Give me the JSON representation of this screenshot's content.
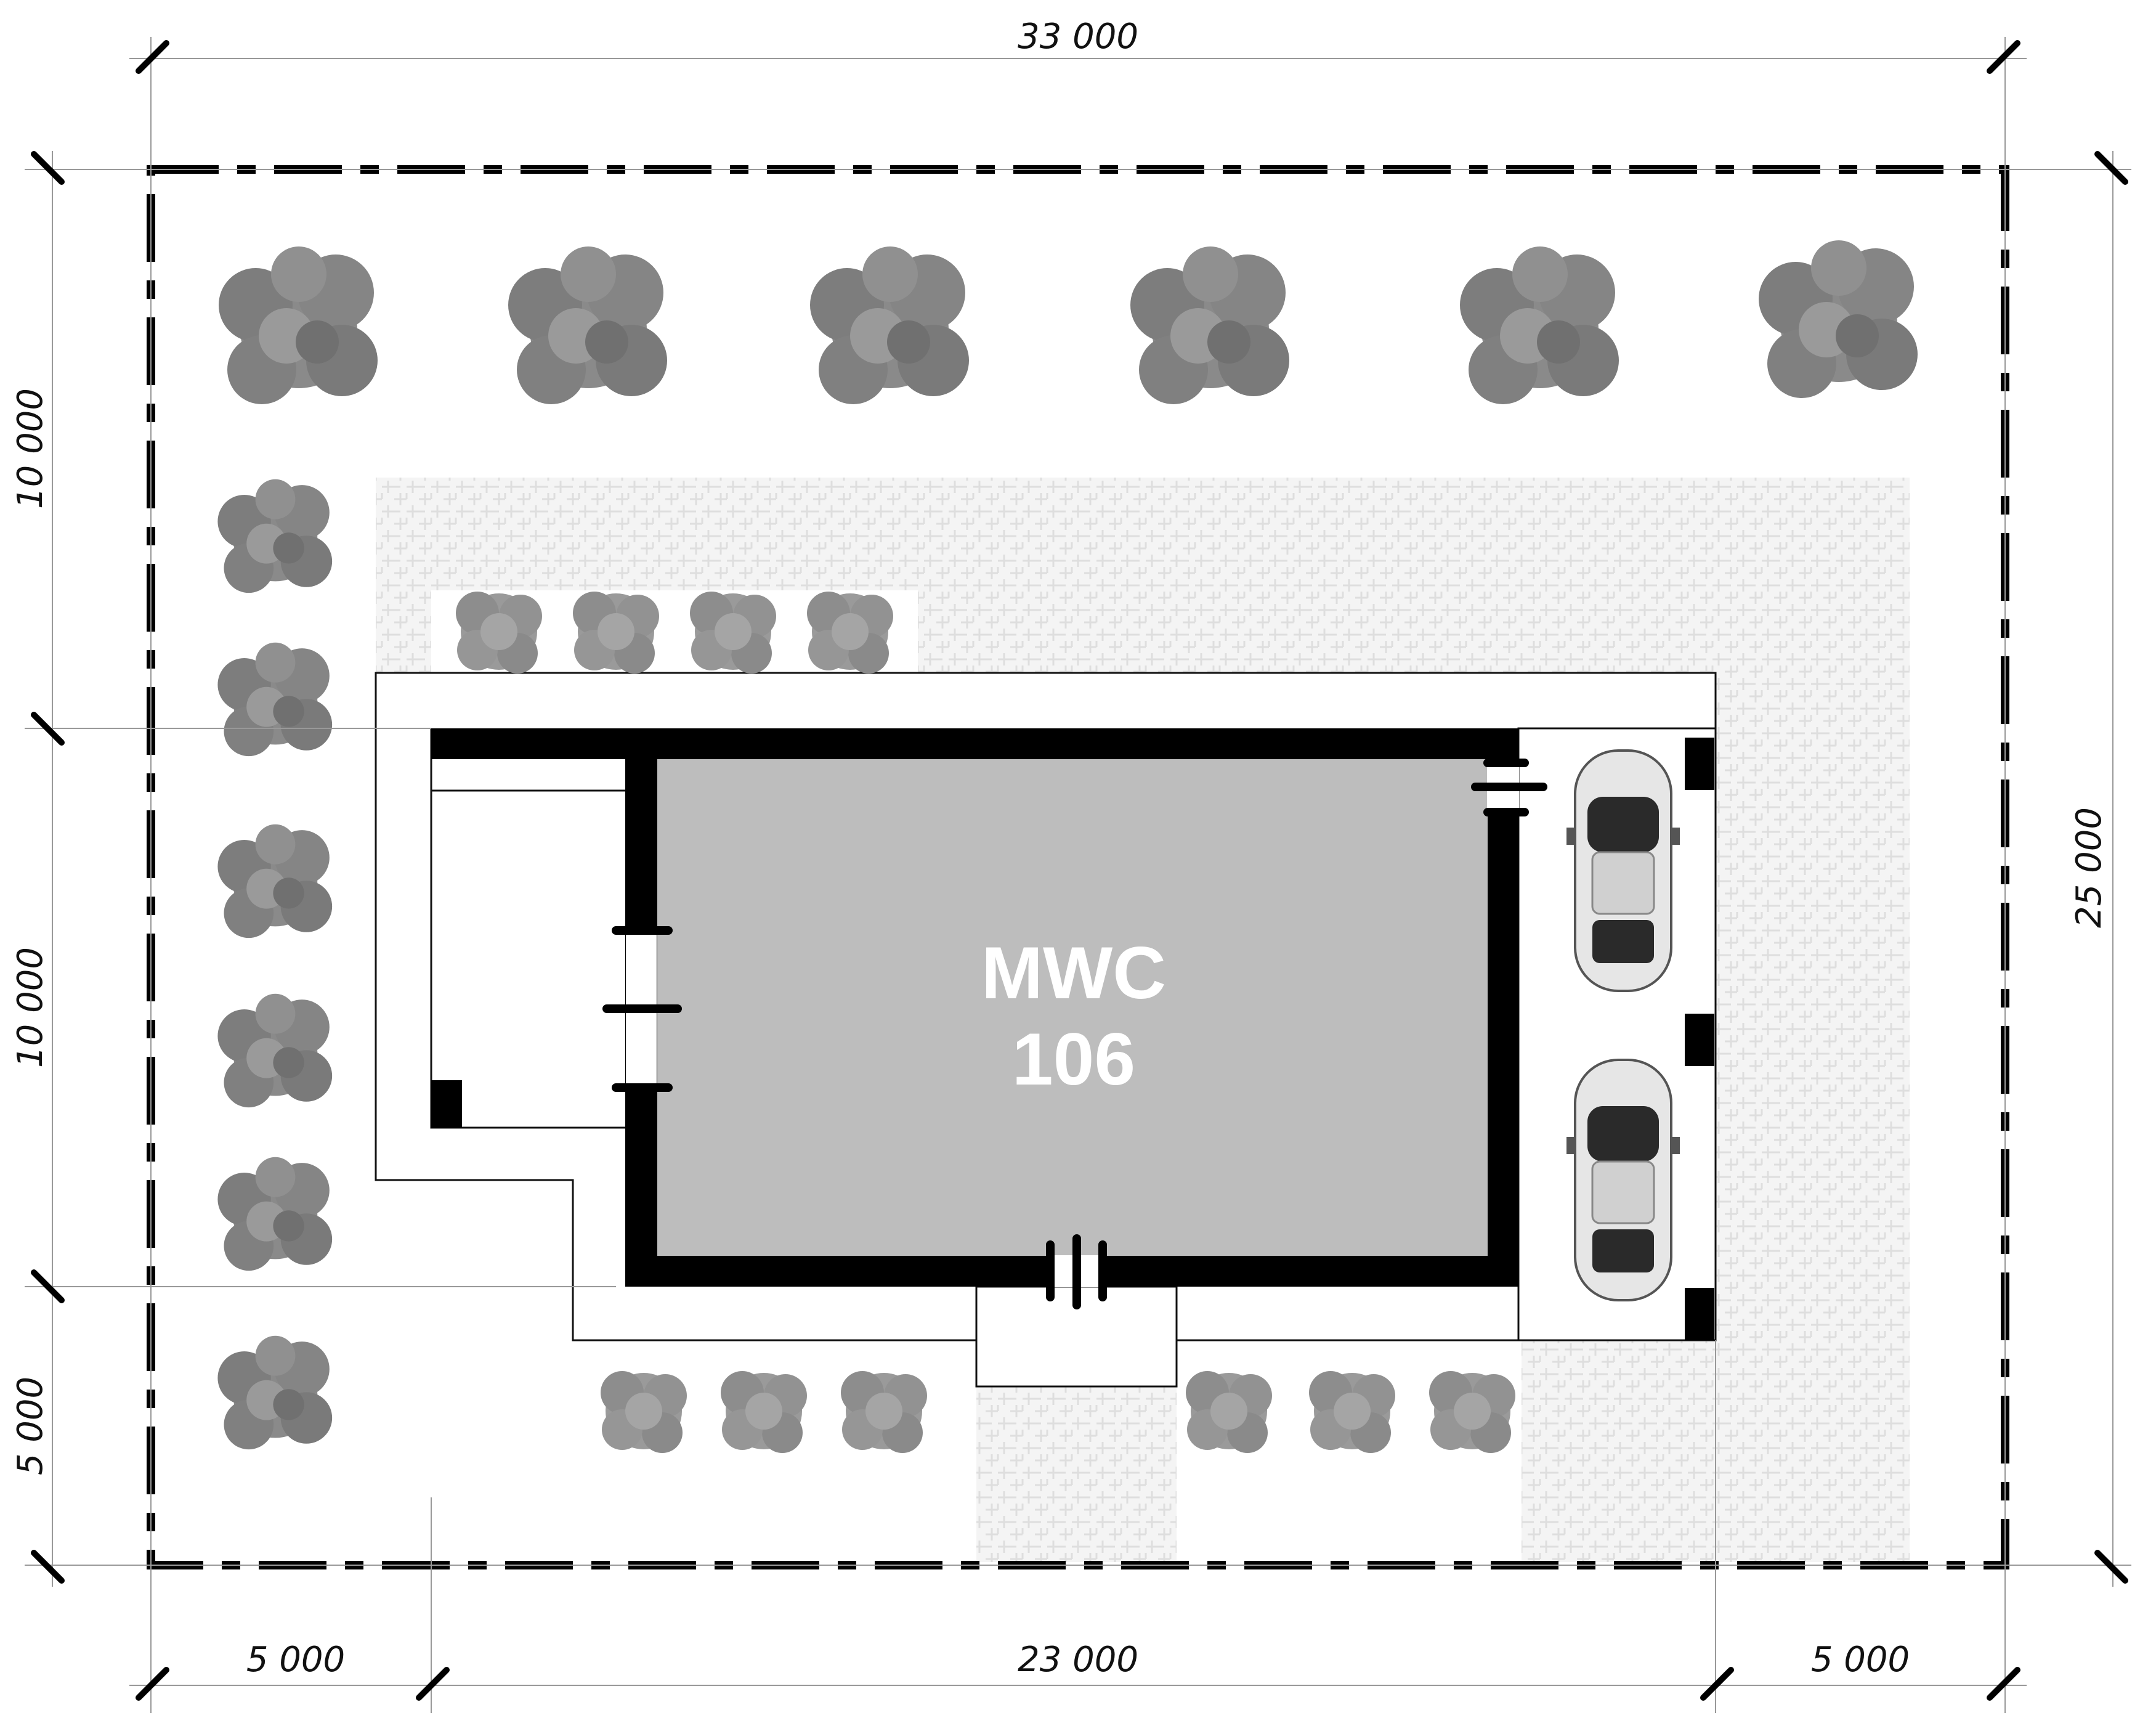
{
  "building": {
    "name": "MWC",
    "number": "106"
  },
  "dimensions": {
    "top_total": "33 000",
    "bottom_left": "5 000",
    "bottom_middle": "23 000",
    "bottom_right": "5 000",
    "left_top": "10 000",
    "left_middle": "10 000",
    "left_bottom": "5 000",
    "right_total": "25 000"
  },
  "icons": {
    "tree": "tree-icon",
    "shrub": "shrub-icon",
    "car": "car-icon"
  },
  "colors": {
    "line": "#000000",
    "building_fill": "#bdbdbd",
    "paving": "#eeeeee",
    "vegetation": "#8a8a8a"
  }
}
